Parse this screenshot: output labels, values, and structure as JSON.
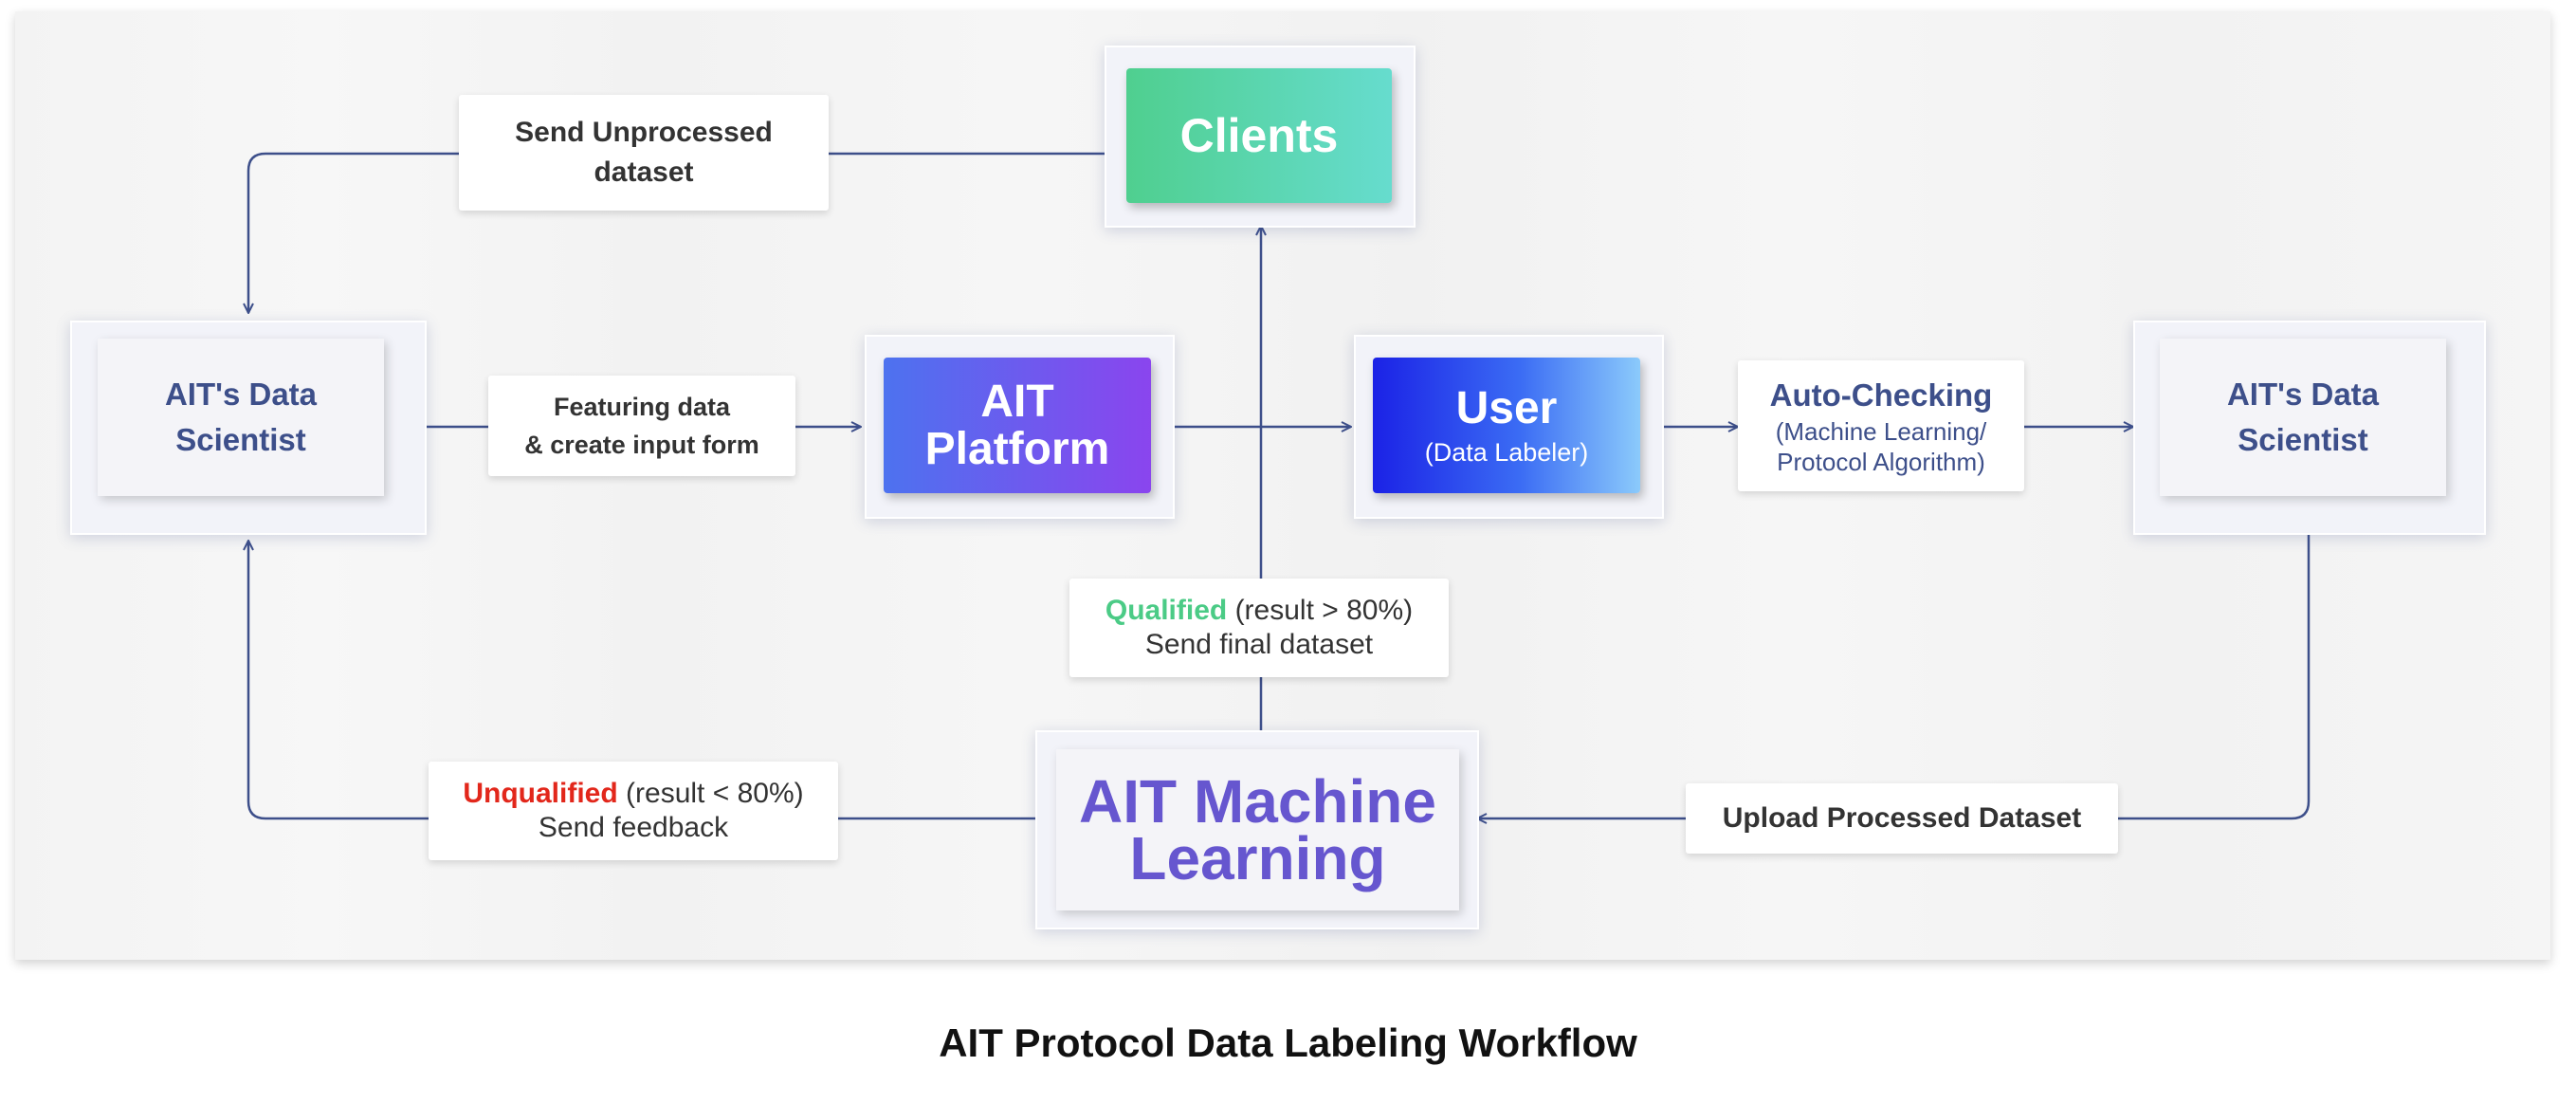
{
  "nodes": {
    "clients": "Clients",
    "platform": [
      "AIT",
      "Platform"
    ],
    "user": {
      "title": "User",
      "subtitle": "(Data Labeler)"
    },
    "scientist_left": [
      "AIT's Data",
      "Scientist"
    ],
    "scientist_right": [
      "AIT's Data",
      "Scientist"
    ],
    "auto_checking": {
      "title": "Auto-Checking",
      "sub": [
        "(Machine Learning/",
        "Protocol Algorithm)"
      ]
    },
    "machine_learning": [
      "AIT Machine",
      "Learning"
    ]
  },
  "labels": {
    "send_unprocessed": [
      "Send Unprocessed",
      "dataset"
    ],
    "featuring": [
      "Featuring data",
      "& create input form"
    ],
    "qualified": {
      "status": "Qualified",
      "condition": "(result > 80%)",
      "action": "Send final dataset"
    },
    "unqualified": {
      "status": "Unqualified",
      "condition": "(result < 80%)",
      "action": "Send feedback"
    },
    "upload": "Upload Processed Dataset"
  },
  "caption": "AIT Protocol Data Labeling Workflow",
  "colors": {
    "line": "#3d4f8a",
    "qualified": "#4bcb86",
    "unqualified": "#e2271b",
    "node_text": "#3d4f8a",
    "ml_text": "#6656cf"
  }
}
